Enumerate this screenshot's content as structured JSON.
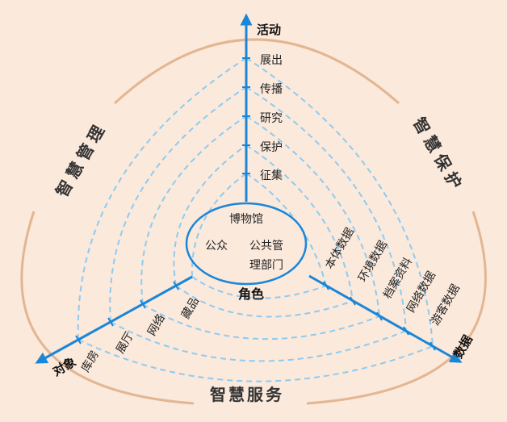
{
  "outer_labels": {
    "top_left": "智慧管理",
    "top_right": "智慧保护",
    "bottom": "智慧服务"
  },
  "axes": {
    "activity": {
      "name": "活动",
      "ticks": [
        "展出",
        "传播",
        "研究",
        "保护",
        "征集"
      ]
    },
    "data": {
      "name": "数据",
      "ticks": [
        "本体数据",
        "环境数据",
        "档案资料",
        "网络数据",
        "游客数据"
      ]
    },
    "object": {
      "name": "对象",
      "ticks": [
        "藏品",
        "网络",
        "展厅",
        "库房"
      ]
    }
  },
  "center": {
    "title": "博物馆",
    "left": "公众",
    "right_line1": "公共管",
    "right_line2": "理部门",
    "role": "角色"
  },
  "colors": {
    "background": "#fbe9dc",
    "outline": "#e3b692",
    "axis": "#1a86d8",
    "dashed": "#8ecbf0"
  }
}
